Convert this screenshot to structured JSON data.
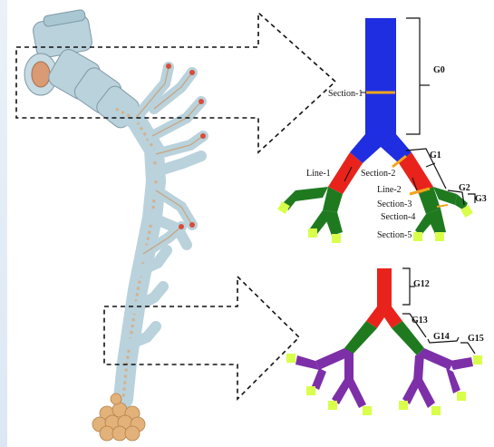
{
  "top_model": {
    "labels": {
      "section1": "Section-1",
      "line1": "Line-1",
      "section2": "Section-2",
      "line2": "Line-2",
      "section3": "Section-3",
      "section4": "Section-4",
      "section5": "Section-5"
    },
    "generations": {
      "g0": "G0",
      "g1": "G1",
      "g2": "G2",
      "g3": "G3"
    }
  },
  "bottom_model": {
    "generations": {
      "g12": "G12",
      "g13": "G13",
      "g14": "G14",
      "g15": "G15"
    }
  },
  "colors": {
    "trachea_blue": "#1f2ee0",
    "generation_red": "#e8231c",
    "generation_green": "#1f7a1f",
    "generation_purple": "#7d2fa8",
    "outlet_yellow": "#d8ff4a",
    "section_marker": "#f2a51a",
    "lung_tissue": "#b9d2dc"
  }
}
